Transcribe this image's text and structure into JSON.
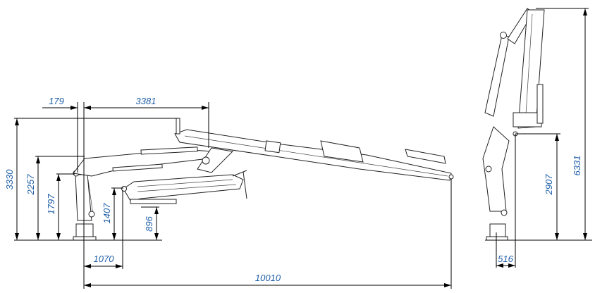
{
  "drawing": {
    "side_view": {
      "dimensions": {
        "offset_column": "179",
        "reach_main_boom": "3381",
        "height_total": "3330",
        "height_boom_pivot": "2257",
        "height_column_pivot": "1797",
        "height_folded_tip": "1407",
        "height_folded_bottom": "896",
        "folded_tip_offset": "1070",
        "max_reach": "10010"
      }
    },
    "folded_view": {
      "dimensions": {
        "height_total": "6331",
        "height_tip": "2907",
        "tip_offset": "516"
      }
    },
    "colors": {
      "dimension_text": "#1f5fa8",
      "lines": "#000000"
    }
  }
}
